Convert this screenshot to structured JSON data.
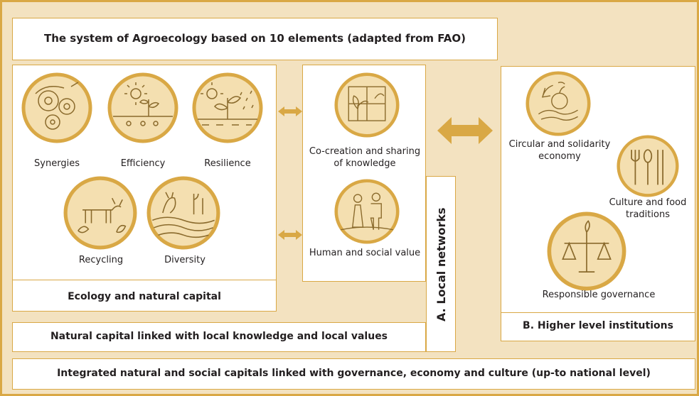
{
  "title": "The system of Agroecology based on 10 elements (adapted from FAO)",
  "ecology": {
    "caption": "Ecology and natural capital",
    "elements": {
      "synergies": "Synergies",
      "efficiency": "Efficiency",
      "resilience": "Resilience",
      "recycling": "Recycling",
      "diversity": "Diversity"
    }
  },
  "knowledge": {
    "cocreation": "Co-creation and sharing of knowledge",
    "human_social": "Human and social value"
  },
  "local_networks": "A. Local networks",
  "natural_capital_caption": "Natural capital linked with local knowledge and local values",
  "institutions": {
    "caption": "B. Higher level institutions",
    "circular": "Circular and solidarity economy",
    "culture_food": "Culture and food traditions",
    "governance": "Responsible governance"
  },
  "integrated_caption": "Integrated natural and social capitals linked with governance, economy and culture (up-to national level)",
  "colors": {
    "background": "#f3e2c0",
    "border": "#d9a845",
    "icon_fill": "#f4dfb0",
    "icon_ring": "#d9a845",
    "icon_line": "#8a6a2c",
    "arrow": "#d9a845"
  }
}
